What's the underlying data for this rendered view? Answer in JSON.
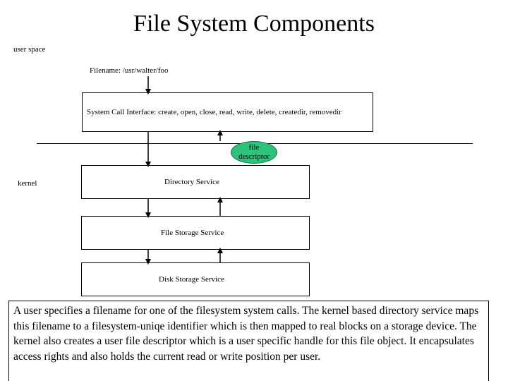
{
  "title": "File System Components",
  "labels": {
    "user_space": "user space",
    "kernel": "kernel",
    "filename": "Filename: /usr/walter/foo"
  },
  "boxes": {
    "syscall": "System Call Interface: create, open, close, read, write, delete, createdir, removedir",
    "directory": "Directory Service",
    "file_storage": "File Storage Service",
    "disk_storage": "Disk Storage Service"
  },
  "file_descriptor": {
    "line1": "file",
    "line2": "descriptor",
    "color": "#2ec27a"
  },
  "description": "A user specifies a filename for one of the filesystem system calls. The kernel based directory service maps this filename to a filesystem-uniqe identifier which is then mapped to real blocks on a storage device. The kernel also creates a user file descriptor which is a user specific handle for this file object. It encapsulates access rights and also holds the current read or write position per user."
}
